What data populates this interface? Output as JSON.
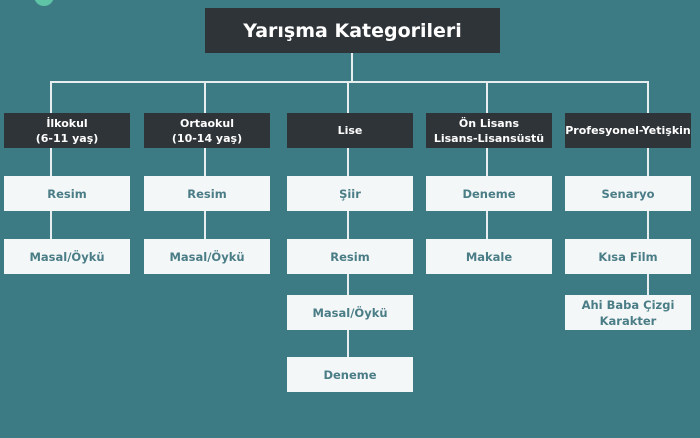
{
  "title": "Yarışma Kategorileri",
  "columns": [
    {
      "header": "İlkokul\n(6-11 yaş)",
      "items": [
        "Resim",
        "Masal/Öykü"
      ]
    },
    {
      "header": "Ortaokul\n(10-14 yaş)",
      "items": [
        "Resim",
        "Masal/Öykü"
      ]
    },
    {
      "header": "Lise",
      "items": [
        "Şiir",
        "Resim",
        "Masal/Öykü",
        "Deneme"
      ]
    },
    {
      "header": "Ön Lisans\nLisans-Lisansüstü",
      "items": [
        "Deneme",
        "Makale"
      ]
    },
    {
      "header": "Profesyonel-Yetişkin",
      "items": [
        "Senaryo",
        "Kısa Film",
        "Ahi Baba Çizgi Karakter"
      ]
    }
  ],
  "colors": {
    "background": "#3c7b84",
    "header": "#2f3438",
    "item": "#f4f7f8",
    "item_text": "#4a7d86"
  }
}
